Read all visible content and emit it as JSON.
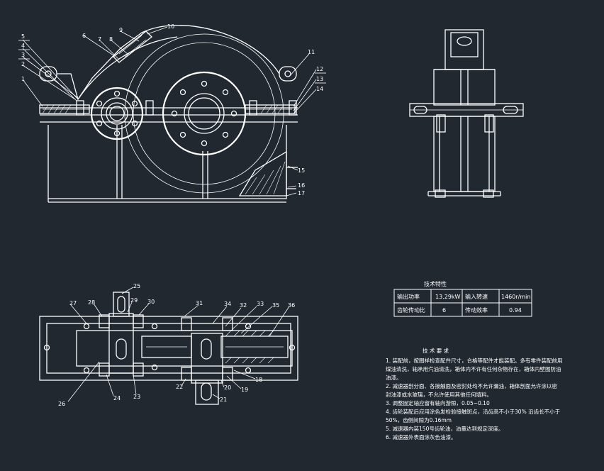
{
  "drawing": {
    "colors": {
      "background": "#212830",
      "line": "#ffffff",
      "accent": "#e0e0e0"
    },
    "callouts_front": [
      "1",
      "2",
      "3",
      "4",
      "5",
      "6",
      "7",
      "8",
      "9",
      "10",
      "11",
      "12",
      "13",
      "14",
      "15",
      "16",
      "17"
    ],
    "callouts_plan": [
      "18",
      "19",
      "20",
      "21",
      "22",
      "23",
      "24",
      "25",
      "26",
      "27",
      "28",
      "29",
      "30",
      "31",
      "32",
      "33",
      "34",
      "35",
      "36"
    ]
  },
  "tech_table": {
    "title": "技术特性",
    "rows": [
      [
        "输出功率",
        "13.29kW",
        "输入转速",
        "1460r/min"
      ],
      [
        "齿轮传动比",
        "6",
        "传动效率",
        "0.94"
      ]
    ]
  },
  "requirements": {
    "title": "技 术 要 求",
    "lines": [
      "1.  装配前，按图样检查配件尺寸，合格等配件才能装配。多有零件装配前用",
      "煤油清洗，轴承用汽油清洗，箱体内不许有任何杂物存在，箱体内壁图防油",
      "油漆。",
      "2.  减速器剖分面、各接触面及密封处均不允许漏油，箱体剖面允许涂以密",
      "封油漆或水玻璃，不允许使用其他任何填料。",
      "3.  调整固定轴应留有轴向游隙，0.05~0.10",
      "4.  齿轮装配后应用涂色发检验接触斑点，沿齿高不小于30% 沿齿长不小于",
      "50%，齿侧间隙为0.16mm",
      "5.  减速器内装150号齿轮油，油量达到规定深度。",
      "6.  减速器外表面涂灰色油漆。"
    ]
  }
}
